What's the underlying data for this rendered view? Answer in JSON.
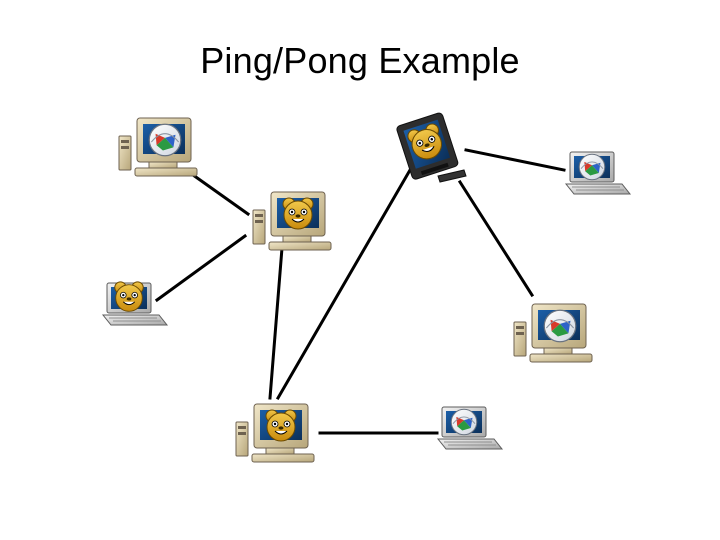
{
  "slide": {
    "title": "Ping/Pong Example"
  },
  "diagram": {
    "nodes": [
      {
        "id": "n1",
        "kind": "desktop",
        "icon": "desktop-computer-with-web-globe-icon"
      },
      {
        "id": "n2",
        "kind": "desktop",
        "icon": "desktop-computer-with-bear-icon"
      },
      {
        "id": "n3",
        "kind": "laptop",
        "icon": "laptop-with-bear-icon"
      },
      {
        "id": "n4",
        "kind": "desktop",
        "icon": "desktop-computer-with-bear-icon"
      },
      {
        "id": "n5",
        "kind": "tablet",
        "icon": "tablet-with-bear-icon"
      },
      {
        "id": "n6",
        "kind": "laptop",
        "icon": "laptop-with-web-globe-icon"
      },
      {
        "id": "n7",
        "kind": "desktop",
        "icon": "desktop-computer-with-web-globe-icon"
      },
      {
        "id": "n8",
        "kind": "laptop",
        "icon": "laptop-with-web-globe-icon"
      }
    ],
    "edges": [
      [
        "n1",
        "n2"
      ],
      [
        "n2",
        "n3"
      ],
      [
        "n2",
        "n4"
      ],
      [
        "n4",
        "n5"
      ],
      [
        "n4",
        "n8"
      ],
      [
        "n5",
        "n6"
      ],
      [
        "n5",
        "n7"
      ]
    ],
    "colors": {
      "line": "#000000",
      "background": "#ffffff",
      "bear": "#e0a21a",
      "globe_red": "#d83a2a",
      "globe_blue": "#2d63c8",
      "globe_green": "#2b9a42"
    }
  }
}
